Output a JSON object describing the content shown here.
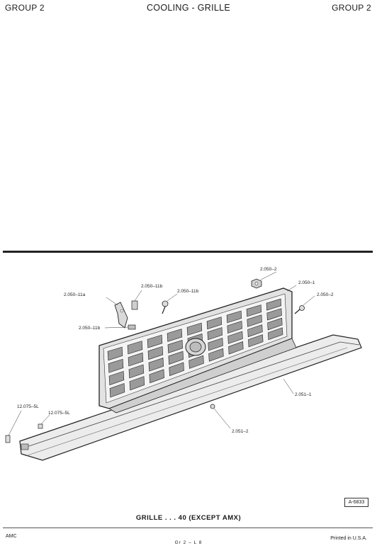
{
  "header": {
    "left": "GROUP 2",
    "center": "COOLING - GRILLE",
    "right": "GROUP 2"
  },
  "figure": {
    "reference": "A-6833",
    "caption": "GRILLE . . . 40 (EXCEPT AMX)",
    "callouts": {
      "c_2050_2_top": "2.050–2",
      "c_2050_1": "2.050–1",
      "c_2050_2_right": "2.050–2",
      "c_2050_11b_a": "2.050–11b",
      "c_2050_11a": "2.050–11a",
      "c_2050_11b_b": "2.050–11b",
      "c_2050_11b_c": "2.050–11b",
      "c_2051_1": "2.051–1",
      "c_2051_2": "2.051–2",
      "c_12075_5l_a": "12.075–5L",
      "c_12075_5l_b": "12.075–5L"
    }
  },
  "footer": {
    "left": "AMC",
    "center": "Gr 2 – L 8",
    "right": "Printed in U.S.A."
  }
}
